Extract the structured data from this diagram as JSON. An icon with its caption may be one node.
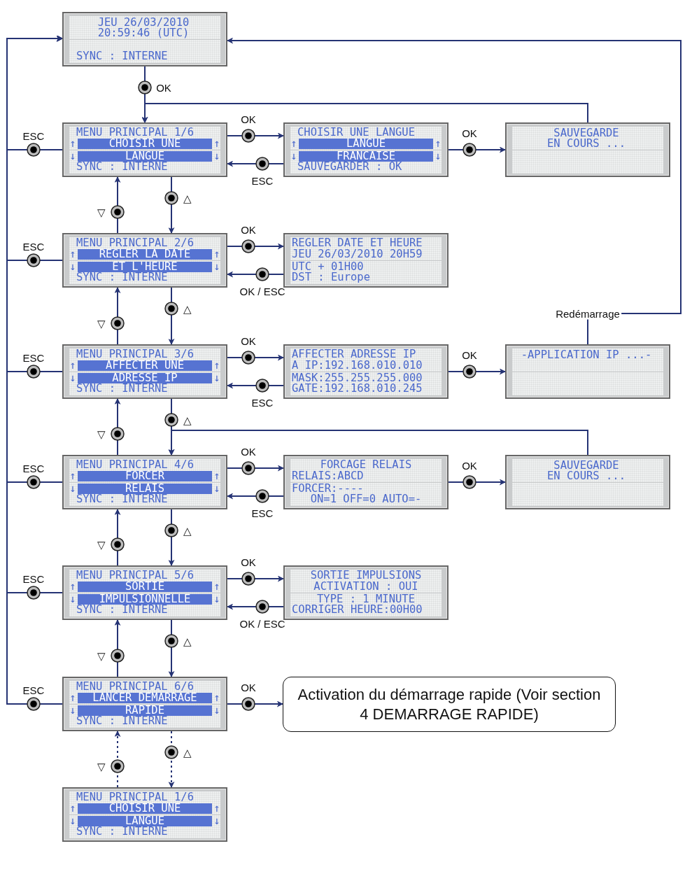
{
  "diagram": {
    "nodes": [
      {
        "text": [
          "JEU 26/03/2010",
          "20:59:46 (UTC)",
          "SYNC : INTERNE"
        ]
      },
      {
        "text": [
          "MENU PRINCIPAL 1/6",
          "↑",
          "CHOISIR UNE",
          "↑",
          "↓",
          "LANGUE",
          "↓",
          "SYNC : INTERNE"
        ]
      },
      {
        "text": [
          "CHOISIR UNE LANGUE",
          "↑",
          "LANGUE",
          "↑",
          "↓",
          "FRANCAISE",
          "↓",
          "SAUVEGARDER : OK"
        ]
      },
      {
        "text": [
          "SAUVEGARDE",
          "EN COURS ..."
        ]
      },
      {
        "text": [
          "MENU PRINCIPAL 2/6",
          "↑",
          "REGLER LA DATE",
          "↑",
          "↓",
          "ET L'HEURE",
          "↓",
          "SYNC : INTERNE"
        ]
      },
      {
        "text": [
          "REGLER DATE ET HEURE",
          "JEU 26/03/2010 20H59",
          "UTC + 01H00",
          "DST : Europe"
        ]
      },
      {
        "text": [
          "MENU PRINCIPAL 3/6",
          "↑",
          "AFFECTER UNE",
          "↑",
          "↓",
          "ADRESSE IP",
          "↓",
          "SYNC : INTERNE"
        ]
      },
      {
        "text": [
          "AFFECTER ADRESSE IP",
          "A IP:192.168.010.010",
          "MASK:255.255.255.000",
          "GATE:192.168.010.245"
        ]
      },
      {
        "text": [
          "-APPLICATION IP ...-"
        ]
      },
      {
        "text": [
          "MENU PRINCIPAL 4/6",
          "↑",
          "FORCER",
          "↑",
          "↓",
          "RELAIS",
          "↓",
          "SYNC : INTERNE"
        ]
      },
      {
        "text": [
          "FORCAGE RELAIS",
          "RELAIS:ABCD",
          "FORCER:----",
          "ON=1 OFF=0 AUTO=-"
        ]
      },
      {
        "text": [
          "SAUVEGARDE",
          "EN COURS ..."
        ]
      },
      {
        "text": [
          "MENU PRINCIPAL 5/6",
          "↑",
          "SORTIE",
          "↑",
          "↓",
          "IMPULSIONNELLE",
          "↓",
          "SYNC : INTERNE"
        ]
      },
      {
        "text": [
          "SORTIE IMPULSIONS",
          "ACTIVATION : OUI",
          "TYPE : 1 MINUTE",
          "CORRIGER HEURE:00H00"
        ]
      },
      {
        "text": [
          "MENU PRINCIPAL 6/6",
          "↑",
          "LANCER DEMARRAGE",
          "↑",
          "↓",
          "RAPIDE",
          "↓",
          "SYNC : INTERNE"
        ]
      },
      {
        "text": [
          "Activation du démarrage rapide (Voir section 4 DEMARRAGE RAPIDE)"
        ]
      },
      {
        "text": [
          "MENU PRINCIPAL 1/6",
          "↑",
          "CHOISIR UNE",
          "↑",
          "↓",
          "LANGUE",
          "↓",
          "SYNC : INTERNE"
        ]
      }
    ],
    "edges": [
      {
        "from": 1,
        "to": 0,
        "arrow": "to",
        "label": "ESC"
      },
      {
        "from": 4,
        "to": 0,
        "arrow": "to",
        "label": "ESC"
      },
      {
        "from": 6,
        "to": 0,
        "arrow": "to",
        "label": "ESC"
      },
      {
        "from": 9,
        "to": 0,
        "arrow": "to",
        "label": "ESC"
      },
      {
        "from": 12,
        "to": 0,
        "arrow": "to",
        "label": "ESC"
      },
      {
        "from": 14,
        "to": 0,
        "arrow": "to",
        "label": "ESC"
      },
      {
        "from": 0,
        "to": 1,
        "arrow": "to",
        "label": "OK"
      },
      {
        "from": 1,
        "to": 2,
        "arrow": "to",
        "label": "OK"
      },
      {
        "from": 2,
        "to": 1,
        "arrow": "to",
        "label": "ESC"
      },
      {
        "from": 2,
        "to": 3,
        "arrow": "to",
        "label": "OK"
      },
      {
        "from": 3,
        "to": 1,
        "arrow": "to"
      },
      {
        "from": 1,
        "to": 4,
        "arrow": "to",
        "label": "△"
      },
      {
        "from": 4,
        "to": 1,
        "arrow": "to",
        "label": "▽"
      },
      {
        "from": 4,
        "to": 5,
        "arrow": "to",
        "label": "OK"
      },
      {
        "from": 5,
        "to": 4,
        "arrow": "to",
        "label": "OK / ESC"
      },
      {
        "from": 4,
        "to": 6,
        "arrow": "to",
        "label": "△"
      },
      {
        "from": 6,
        "to": 4,
        "arrow": "to",
        "label": "▽"
      },
      {
        "from": 6,
        "to": 7,
        "arrow": "to",
        "label": "OK"
      },
      {
        "from": 7,
        "to": 6,
        "arrow": "to",
        "label": "ESC"
      },
      {
        "from": 7,
        "to": 8,
        "arrow": "to",
        "label": "OK"
      },
      {
        "from": 8,
        "to": 0,
        "arrow": "to",
        "label": "Redémarrage"
      },
      {
        "from": 6,
        "to": 9,
        "arrow": "to",
        "label": "△"
      },
      {
        "from": 9,
        "to": 6,
        "arrow": "to",
        "label": "▽"
      },
      {
        "from": 9,
        "to": 10,
        "arrow": "to",
        "label": "OK"
      },
      {
        "from": 10,
        "to": 9,
        "arrow": "to",
        "label": "ESC"
      },
      {
        "from": 10,
        "to": 11,
        "arrow": "to",
        "label": "OK"
      },
      {
        "from": 11,
        "to": 9,
        "arrow": "to"
      },
      {
        "from": 9,
        "to": 12,
        "arrow": "to",
        "label": "△"
      },
      {
        "from": 12,
        "to": 9,
        "arrow": "to",
        "label": "▽"
      },
      {
        "from": 12,
        "to": 13,
        "arrow": "to",
        "label": "OK"
      },
      {
        "from": 13,
        "to": 12,
        "arrow": "to",
        "label": "OK / ESC"
      },
      {
        "from": 12,
        "to": 14,
        "arrow": "to",
        "label": "△"
      },
      {
        "from": 14,
        "to": 12,
        "arrow": "to",
        "label": "▽"
      },
      {
        "from": 14,
        "to": 15,
        "arrow": "to",
        "label": "OK"
      },
      {
        "from": 14,
        "to": 16,
        "arrow": "to",
        "label": "△",
        "style": "dashed"
      },
      {
        "from": 16,
        "to": 14,
        "arrow": "to",
        "label": "▽",
        "style": "dashed"
      }
    ]
  }
}
